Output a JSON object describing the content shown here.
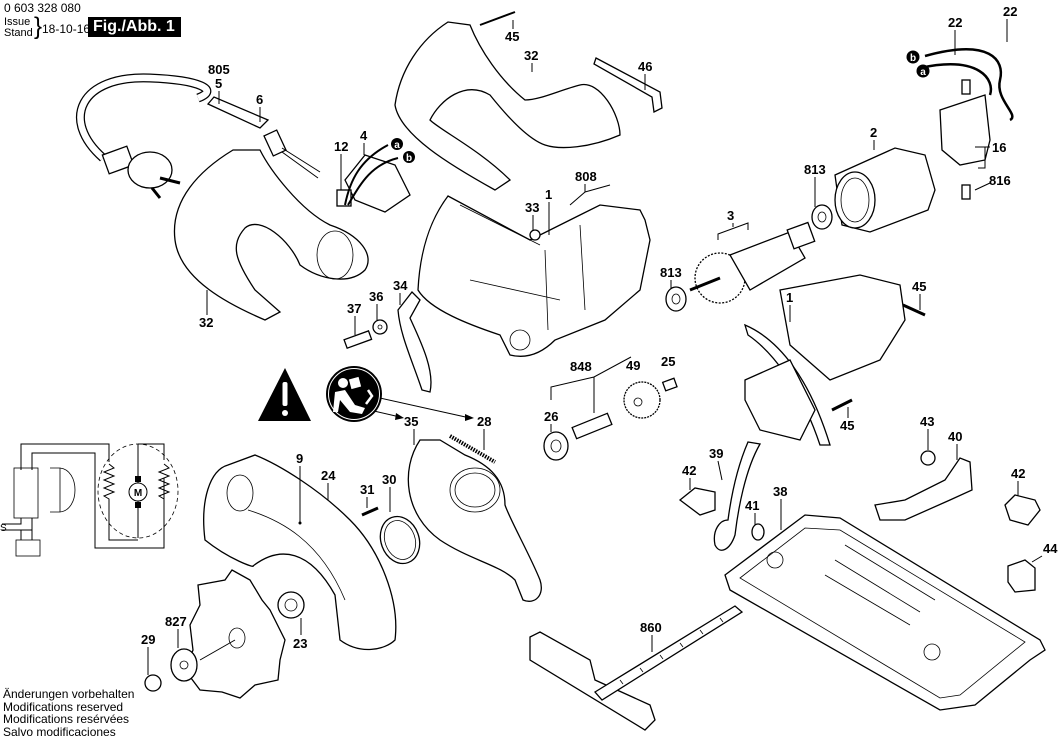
{
  "header": {
    "part_number": "0 603 328 080",
    "issue_label": "Issue",
    "stand_label": "Stand",
    "issue_date": "18-10-16",
    "figure_label": "Fig./Abb. 1"
  },
  "footer": {
    "notes": [
      "Änderungen vorbehalten",
      "Modifications reserved",
      "Modifications resérvées",
      "Salvo modificaciones"
    ]
  },
  "callouts": {
    "c805": "805",
    "c5": "5",
    "c6": "6",
    "c4": "4",
    "c12": "12",
    "c45_top": "45",
    "c32_top": "32",
    "c46": "46",
    "c22_a": "22",
    "c22_b": "22",
    "c2": "2",
    "c16": "16",
    "c816": "816",
    "c813_a": "813",
    "c813_b": "813",
    "c3": "3",
    "c808": "808",
    "c1_housing": "1",
    "c33": "33",
    "c1_motor": "1",
    "c45_motor_a": "45",
    "c45_motor_b": "45",
    "c32_handle": "32",
    "c37": "37",
    "c36": "36",
    "c34": "34",
    "c35": "35",
    "c28": "28",
    "c848": "848",
    "c49": "49",
    "c25": "25",
    "c26": "26",
    "c9": "9",
    "c24": "24",
    "c31": "31",
    "c30": "30",
    "c23": "23",
    "c827": "827",
    "c29": "29",
    "c39": "39",
    "c42_a": "42",
    "c41": "41",
    "c38": "38",
    "c43": "43",
    "c40": "40",
    "c42_b": "42",
    "c44": "44",
    "c860": "860"
  },
  "wire_markers": {
    "a_left": "a",
    "b_left": "b",
    "a_right": "a",
    "b_right": "b"
  },
  "schematic": {
    "motor_symbol": "M",
    "switch_label": "S"
  },
  "icons": [
    "warning-triangle-icon",
    "read-manual-icon"
  ]
}
